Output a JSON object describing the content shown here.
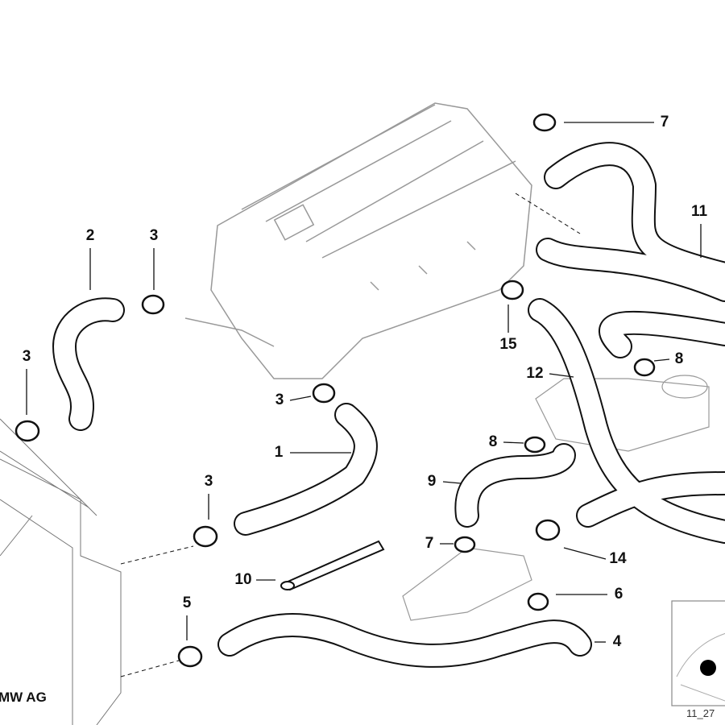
{
  "callouts": [
    {
      "num": "7"
    },
    {
      "num": "11"
    },
    {
      "num": "2"
    },
    {
      "num": "3"
    },
    {
      "num": "3"
    },
    {
      "num": "15"
    },
    {
      "num": "12"
    },
    {
      "num": "8"
    },
    {
      "num": "3"
    },
    {
      "num": "1"
    },
    {
      "num": "8"
    },
    {
      "num": "9"
    },
    {
      "num": "3"
    },
    {
      "num": "7"
    },
    {
      "num": "14"
    },
    {
      "num": "10"
    },
    {
      "num": "6"
    },
    {
      "num": "5"
    },
    {
      "num": "4"
    }
  ],
  "copyright": "MW AG",
  "diagram_code": "11_27"
}
